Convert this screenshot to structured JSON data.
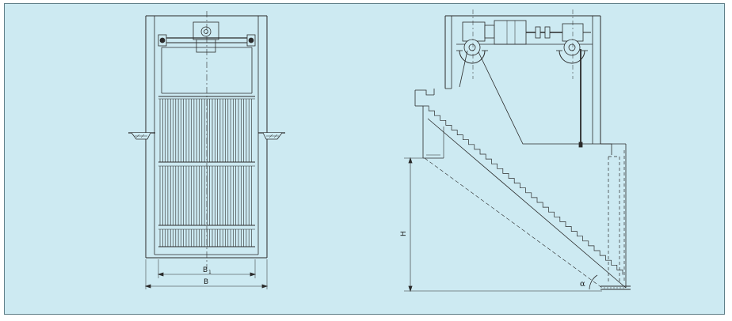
{
  "labels": {
    "b1": "B",
    "b1_sub": "1",
    "b": "B",
    "h": "H",
    "alpha": "α"
  },
  "colors": {
    "background": "#cdeaf2",
    "line": "#2b2b2b"
  }
}
